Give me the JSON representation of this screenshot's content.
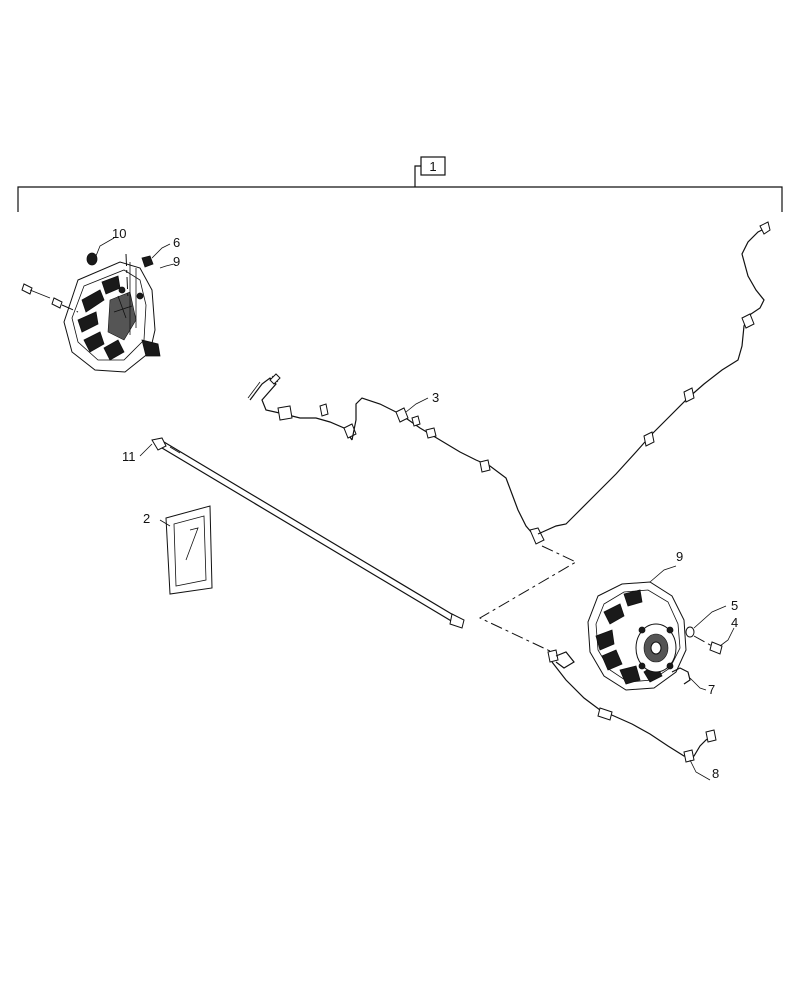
{
  "callouts": {
    "c1": "1",
    "c2": "2",
    "c3": "3",
    "c4": "4",
    "c5": "5",
    "c6": "6",
    "c7": "7",
    "c8": "8",
    "c9a": "9",
    "c9b": "9",
    "c10": "10",
    "c11": "11"
  }
}
